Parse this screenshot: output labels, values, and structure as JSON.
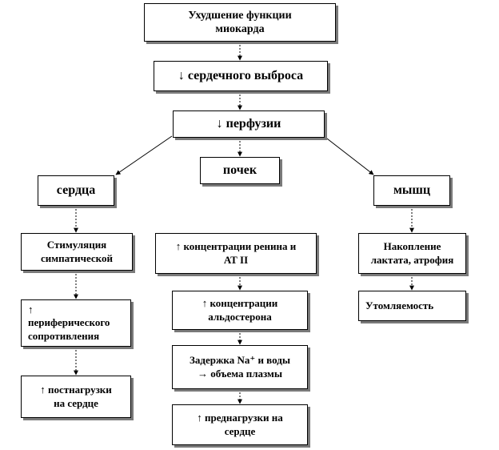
{
  "nodes": {
    "myocardium": [
      "Ухудшение  функции",
      "миокарда"
    ],
    "cardiac_output": "↓ сердечного выброса",
    "perfusion": "↓ перфузии",
    "heart": "сердца",
    "kidneys": "почек",
    "muscles": "мышц",
    "sympathetic": [
      "Стимуляция",
      "симпатической"
    ],
    "renin": [
      "↑ концентрации ренина и",
      "АТ II"
    ],
    "lactate": [
      "Накопление",
      "лактата,  атрофия"
    ],
    "resistance": [
      "↑",
      "периферического",
      "сопротивления"
    ],
    "aldosterone": [
      "↑ концентрации",
      "альдостерона"
    ],
    "fatigue": "Утомляемость",
    "afterload": [
      "↑ постнагрузки",
      "на сердце"
    ],
    "retention": [
      "Задержка Na⁺ и воды",
      "→ объема плазмы"
    ],
    "preload": [
      "↑ преднагрузки  на",
      "сердце"
    ]
  }
}
